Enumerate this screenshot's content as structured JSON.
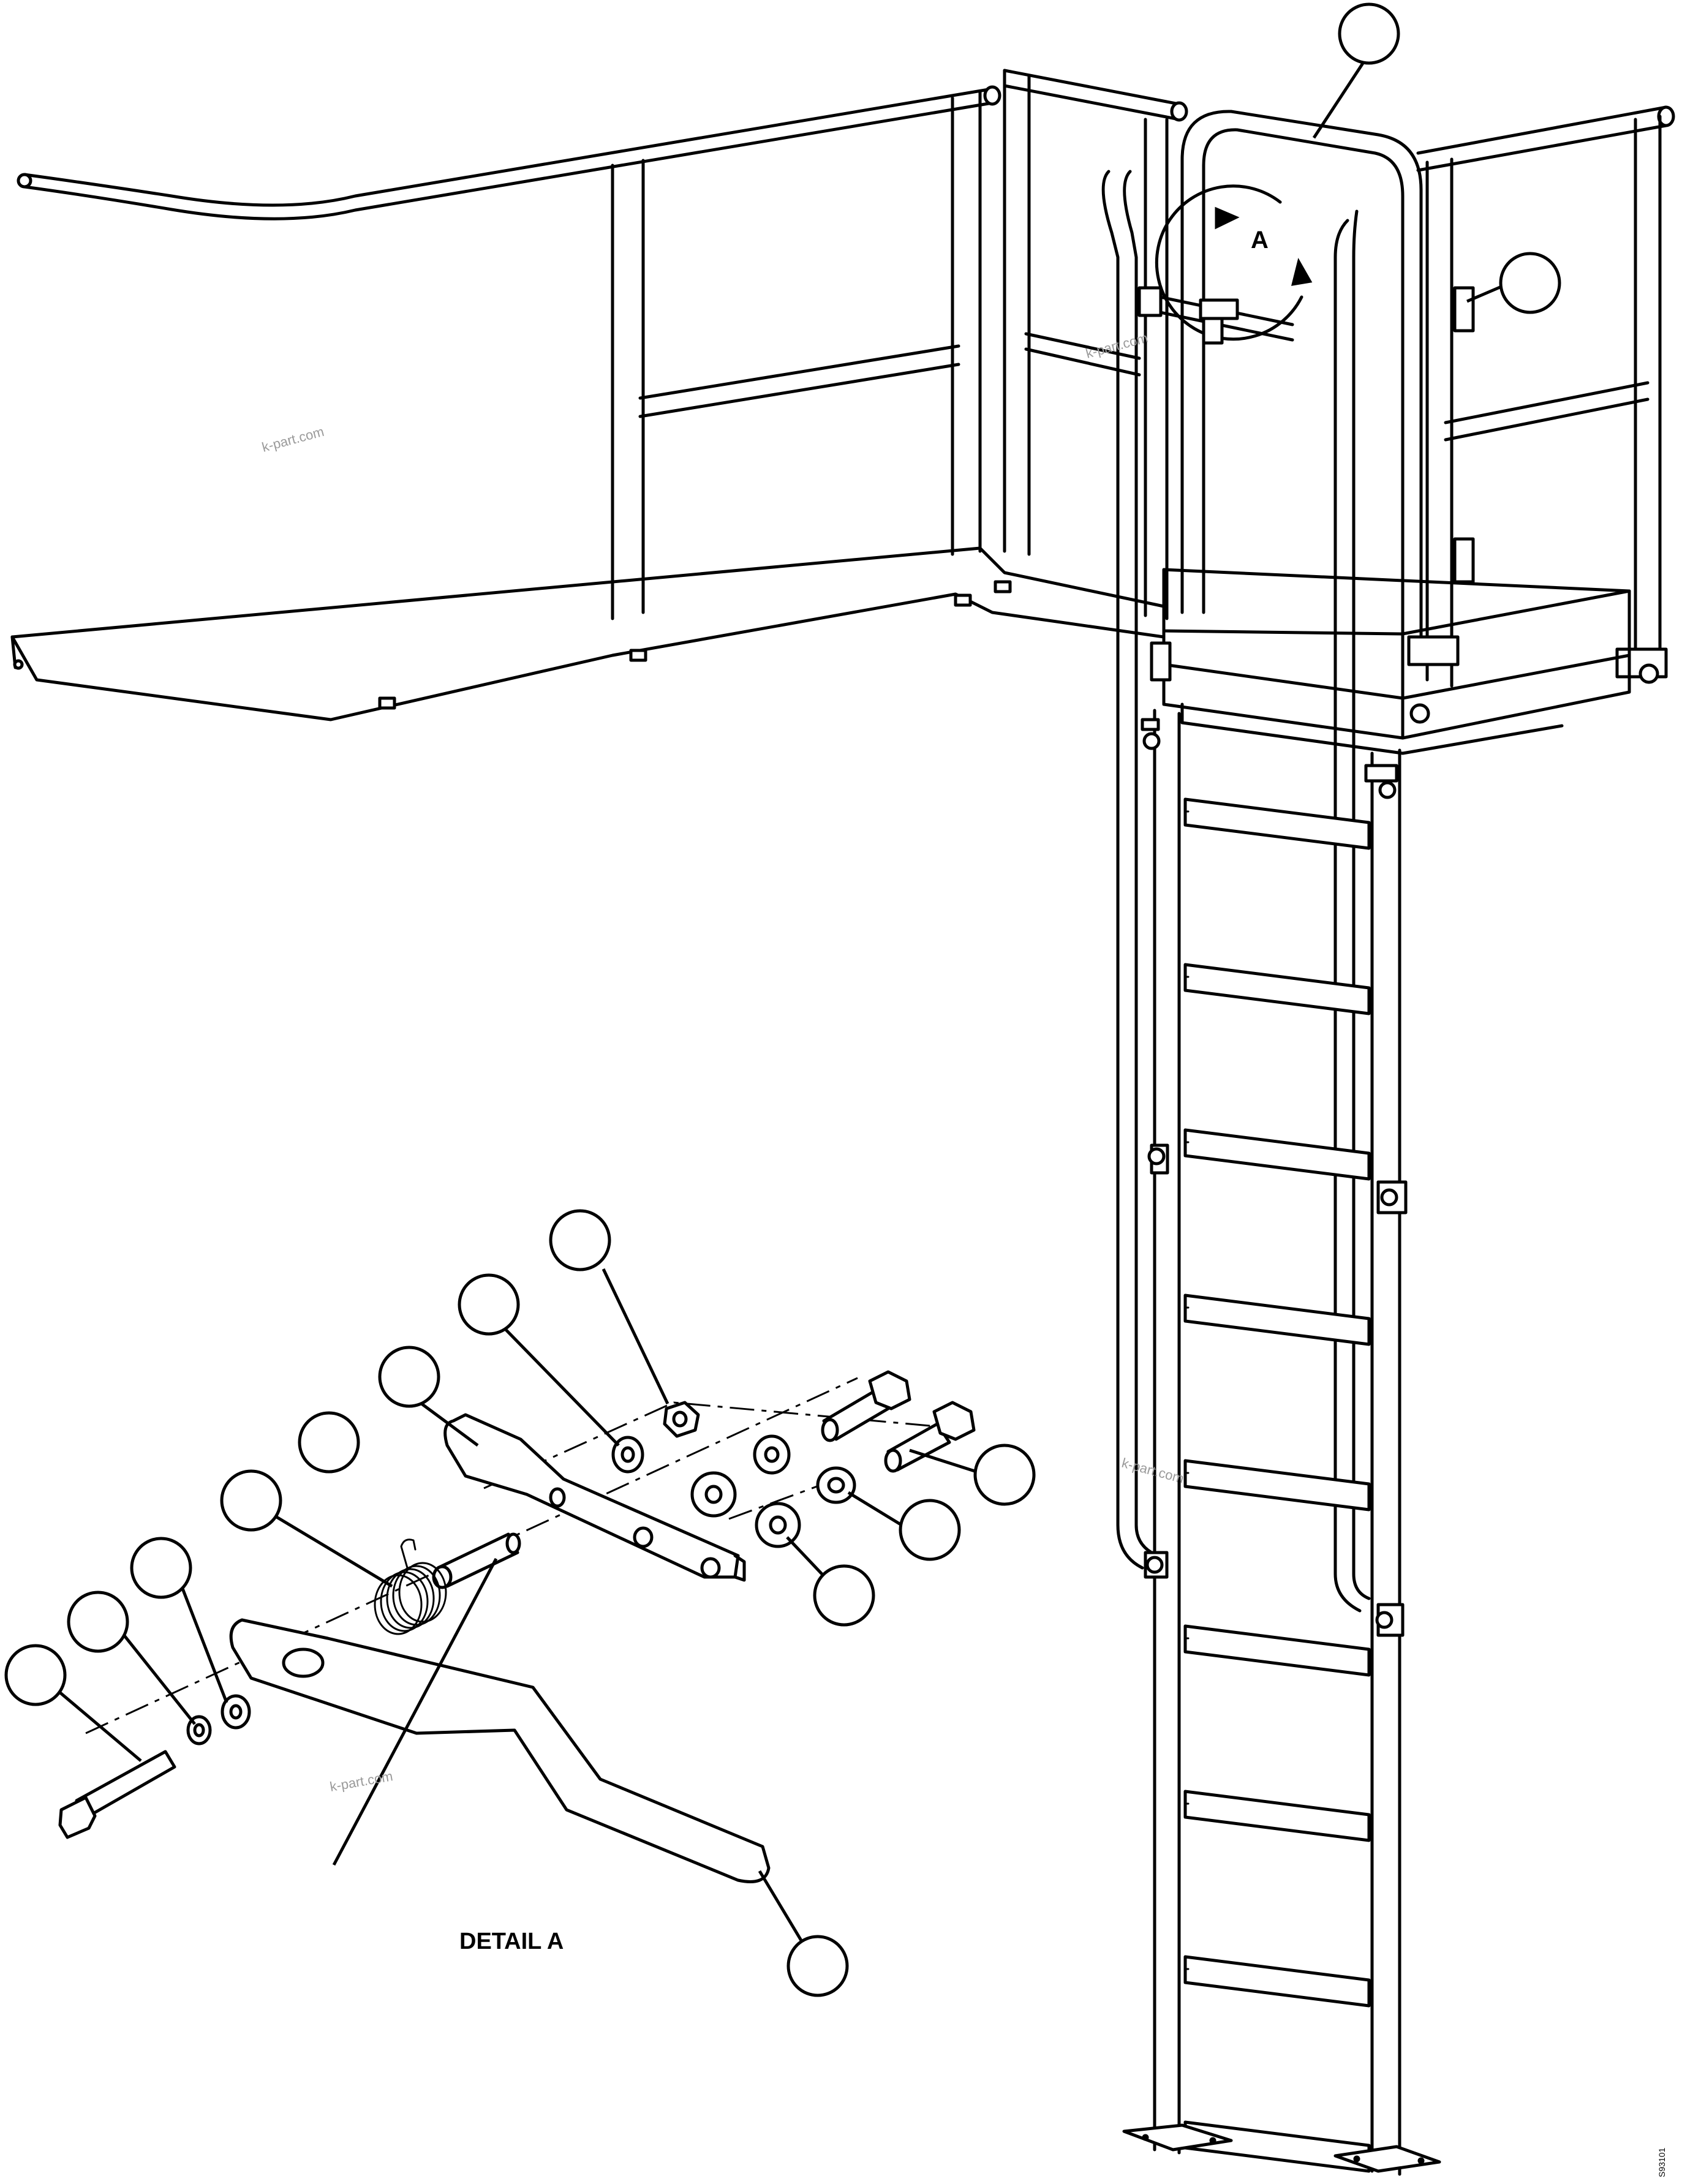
{
  "detail_view_label": "A",
  "detail_caption": "DETAIL A",
  "drawing_id": "S93101",
  "watermarks": [
    "k-part.com",
    "k-part.com",
    "k-part.com",
    "k-part.com"
  ],
  "callouts": [
    {
      "id": "callout-1",
      "label": ""
    },
    {
      "id": "callout-2",
      "label": ""
    },
    {
      "id": "callout-3",
      "label": ""
    },
    {
      "id": "callout-4",
      "label": ""
    },
    {
      "id": "callout-5",
      "label": ""
    },
    {
      "id": "callout-6",
      "label": ""
    },
    {
      "id": "callout-7",
      "label": ""
    },
    {
      "id": "callout-8",
      "label": ""
    },
    {
      "id": "callout-9",
      "label": ""
    },
    {
      "id": "callout-10",
      "label": ""
    },
    {
      "id": "callout-11",
      "label": ""
    },
    {
      "id": "callout-12",
      "label": ""
    },
    {
      "id": "callout-13",
      "label": ""
    },
    {
      "id": "callout-14",
      "label": ""
    },
    {
      "id": "callout-15",
      "label": ""
    }
  ]
}
